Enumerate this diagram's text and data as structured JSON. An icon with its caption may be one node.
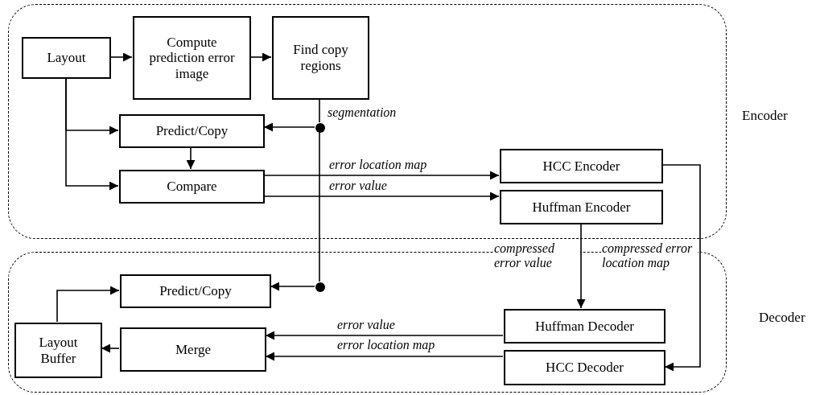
{
  "diagram": {
    "nodes": [
      {
        "text": [],
        "shape": "box"
      },
      {
        "text": [
          "Layout"
        ],
        "in": 0
      },
      {
        "text": [
          "Compute prediction error image"
        ],
        "in": 0
      },
      {
        "text": [
          "Find copy regions"
        ],
        "in": 0
      },
      {
        "text": [
          "Predict/Copy"
        ],
        "in": 0
      },
      {
        "text": [
          "Compare"
        ],
        "in": 0
      },
      {
        "text": [
          "HCC Encoder"
        ],
        "in": 0
      },
      {
        "text": [
          "Huffman Encoder"
        ],
        "in": 0
      },
      {
        "text": [],
        "shape": "circle",
        "in": 0
      },
      {
        "text": [],
        "shape": "box"
      },
      {
        "text": [
          "Predict/Copy"
        ],
        "in": 9
      },
      {
        "text": [
          "Layout Buffer"
        ],
        "in": 9
      },
      {
        "text": [
          "Merge"
        ],
        "in": 9
      },
      {
        "text": [
          "Huffman Decoder"
        ],
        "in": 9
      },
      {
        "text": [
          "HCC Decoder"
        ],
        "in": 9
      },
      {
        "text": [],
        "shape": "circle",
        "in": 9
      }
    ],
    "edges": [
      {
        "from": 1,
        "to": 2,
        "arrow": "to"
      },
      {
        "from": 2,
        "to": 3,
        "arrow": "to"
      },
      {
        "from": 1,
        "to": 4,
        "arrow": "to"
      },
      {
        "from": 1,
        "to": 5,
        "arrow": "to"
      },
      {
        "from": 3,
        "to": 8,
        "arrow": "none",
        "label": "segmentation"
      },
      {
        "from": 8,
        "to": 4,
        "arrow": "to"
      },
      {
        "from": 8,
        "to": 15,
        "arrow": "none"
      },
      {
        "from": 15,
        "to": 10,
        "arrow": "to"
      },
      {
        "from": 4,
        "to": 5,
        "arrow": "to"
      },
      {
        "from": 5,
        "to": 6,
        "arrow": "to",
        "label": "error location map"
      },
      {
        "from": 5,
        "to": 7,
        "arrow": "to",
        "label": "error value"
      },
      {
        "from": 7,
        "to": 13,
        "arrow": "to",
        "label": "compressed error value"
      },
      {
        "from": 6,
        "to": 14,
        "arrow": "to",
        "label": "compressed error location map"
      },
      {
        "from": 13,
        "to": 12,
        "arrow": "to",
        "label": "error value"
      },
      {
        "from": 14,
        "to": 12,
        "arrow": "to",
        "label": "error location map"
      },
      {
        "from": 12,
        "to": 11,
        "arrow": "to"
      },
      {
        "from": 11,
        "to": 10,
        "arrow": "to"
      }
    ],
    "labels": [
      "Encoder",
      "Decoder"
    ]
  }
}
